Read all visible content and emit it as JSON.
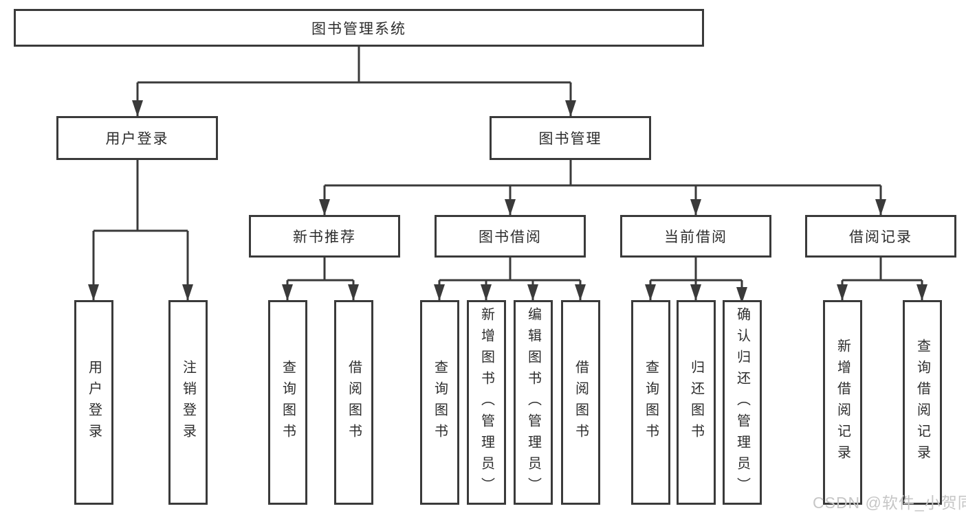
{
  "colors": {
    "line": "#3a3a3a",
    "text": "#2d2d2d",
    "background": "#ffffff",
    "watermark": "#c6c6c6"
  },
  "root": {
    "label": "图书管理系统"
  },
  "level2": [
    {
      "label": "用户登录"
    },
    {
      "label": "图书管理"
    }
  ],
  "level3": [
    {
      "label": "新书推荐"
    },
    {
      "label": "图书借阅"
    },
    {
      "label": "当前借阅"
    },
    {
      "label": "借阅记录"
    }
  ],
  "leaves": [
    {
      "label": "用户登录"
    },
    {
      "label": "注销登录"
    },
    {
      "label": "查询图书"
    },
    {
      "label": "借阅图书"
    },
    {
      "label": "查询图书"
    },
    {
      "label": "新增图书（管理员）"
    },
    {
      "label": "编辑图书（管理员）"
    },
    {
      "label": "借阅图书"
    },
    {
      "label": "查询图书"
    },
    {
      "label": "归还图书"
    },
    {
      "label": "确认归还（管理员）"
    },
    {
      "label": "新增借阅记录"
    },
    {
      "label": "查询借阅记录"
    }
  ],
  "watermark": "CSDN @软件_小贺同学"
}
